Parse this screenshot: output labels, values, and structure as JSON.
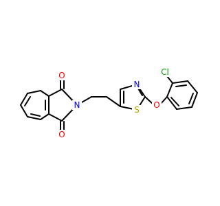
{
  "molecule": {
    "atom_labels": {
      "o_top": "O",
      "n_imide": "N",
      "o_bottom": "O",
      "n_thiazole": "N",
      "s_thiazole": "S",
      "o_ether": "O",
      "cl": "Cl"
    },
    "colors": {
      "bond": "#000000",
      "oxygen": "#ff0000",
      "nitrogen": "#0000ff",
      "sulfur": "#b3a100",
      "chlorine": "#00a000"
    }
  }
}
